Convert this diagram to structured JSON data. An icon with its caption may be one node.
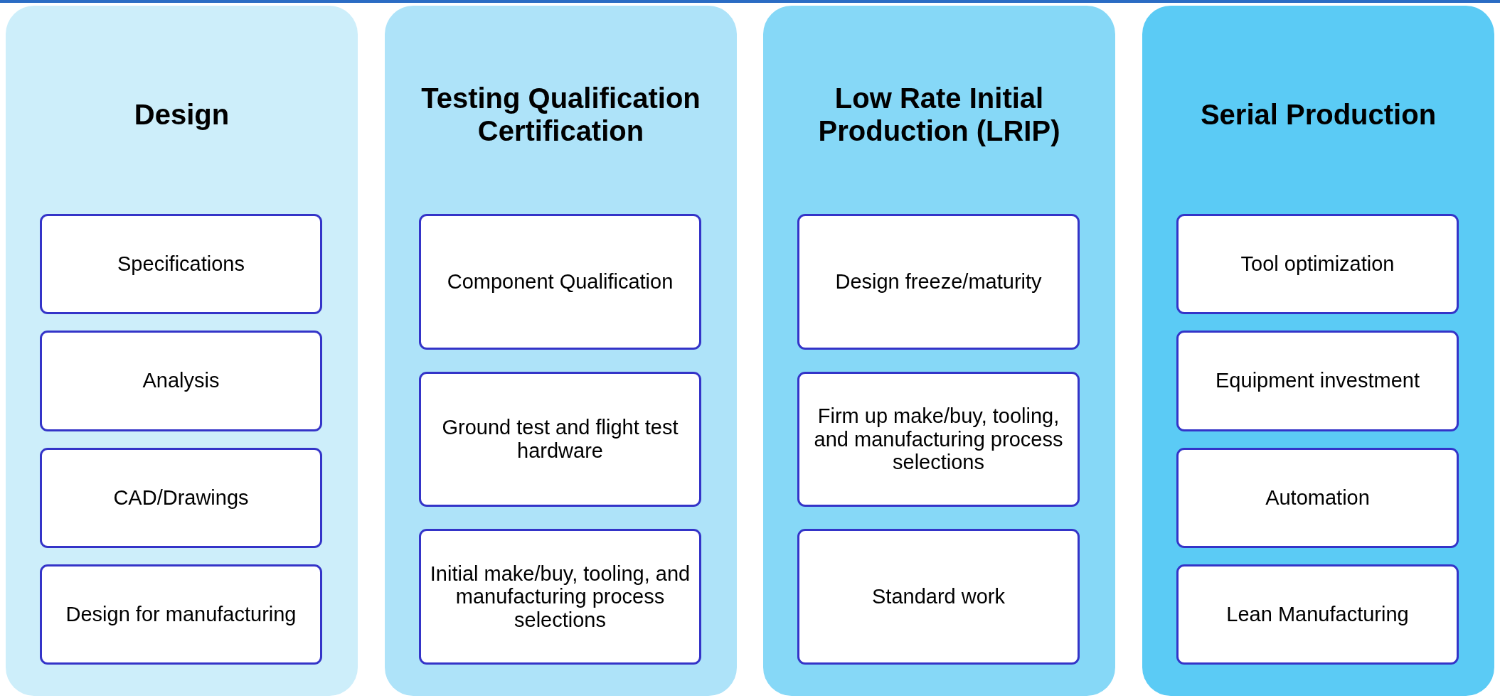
{
  "diagram": {
    "nodes": [
      {
        "text": [
          "Design"
        ]
      },
      {
        "text": [
          "Specifications"
        ],
        "in": 0
      },
      {
        "text": [
          "Analysis"
        ],
        "in": 0
      },
      {
        "text": [
          "CAD/Drawings"
        ],
        "in": 0
      },
      {
        "text": [
          "Design for manufacturing"
        ],
        "in": 0
      },
      {
        "text": [
          "Testing Qualification Certification"
        ]
      },
      {
        "text": [
          "Component Qualification"
        ],
        "in": 5
      },
      {
        "text": [
          "Ground test and flight test hardware"
        ],
        "in": 5
      },
      {
        "text": [
          "Initial make/buy, tooling, and manufacturing process selections"
        ],
        "in": 5
      },
      {
        "text": [
          "Low Rate Initial Production (LRIP)"
        ]
      },
      {
        "text": [
          "Design freeze/maturity"
        ],
        "in": 9
      },
      {
        "text": [
          "Firm up make/buy, tooling, and manufacturing process selections"
        ],
        "in": 9
      },
      {
        "text": [
          "Standard work"
        ],
        "in": 9
      },
      {
        "text": [
          "Serial Production"
        ]
      },
      {
        "text": [
          "Tool optimization"
        ],
        "in": 13
      },
      {
        "text": [
          "Equipment investment"
        ],
        "in": 13
      },
      {
        "text": [
          "Automation"
        ],
        "in": 13
      },
      {
        "text": [
          "Lean Manufacturing"
        ],
        "in": 13
      }
    ]
  }
}
